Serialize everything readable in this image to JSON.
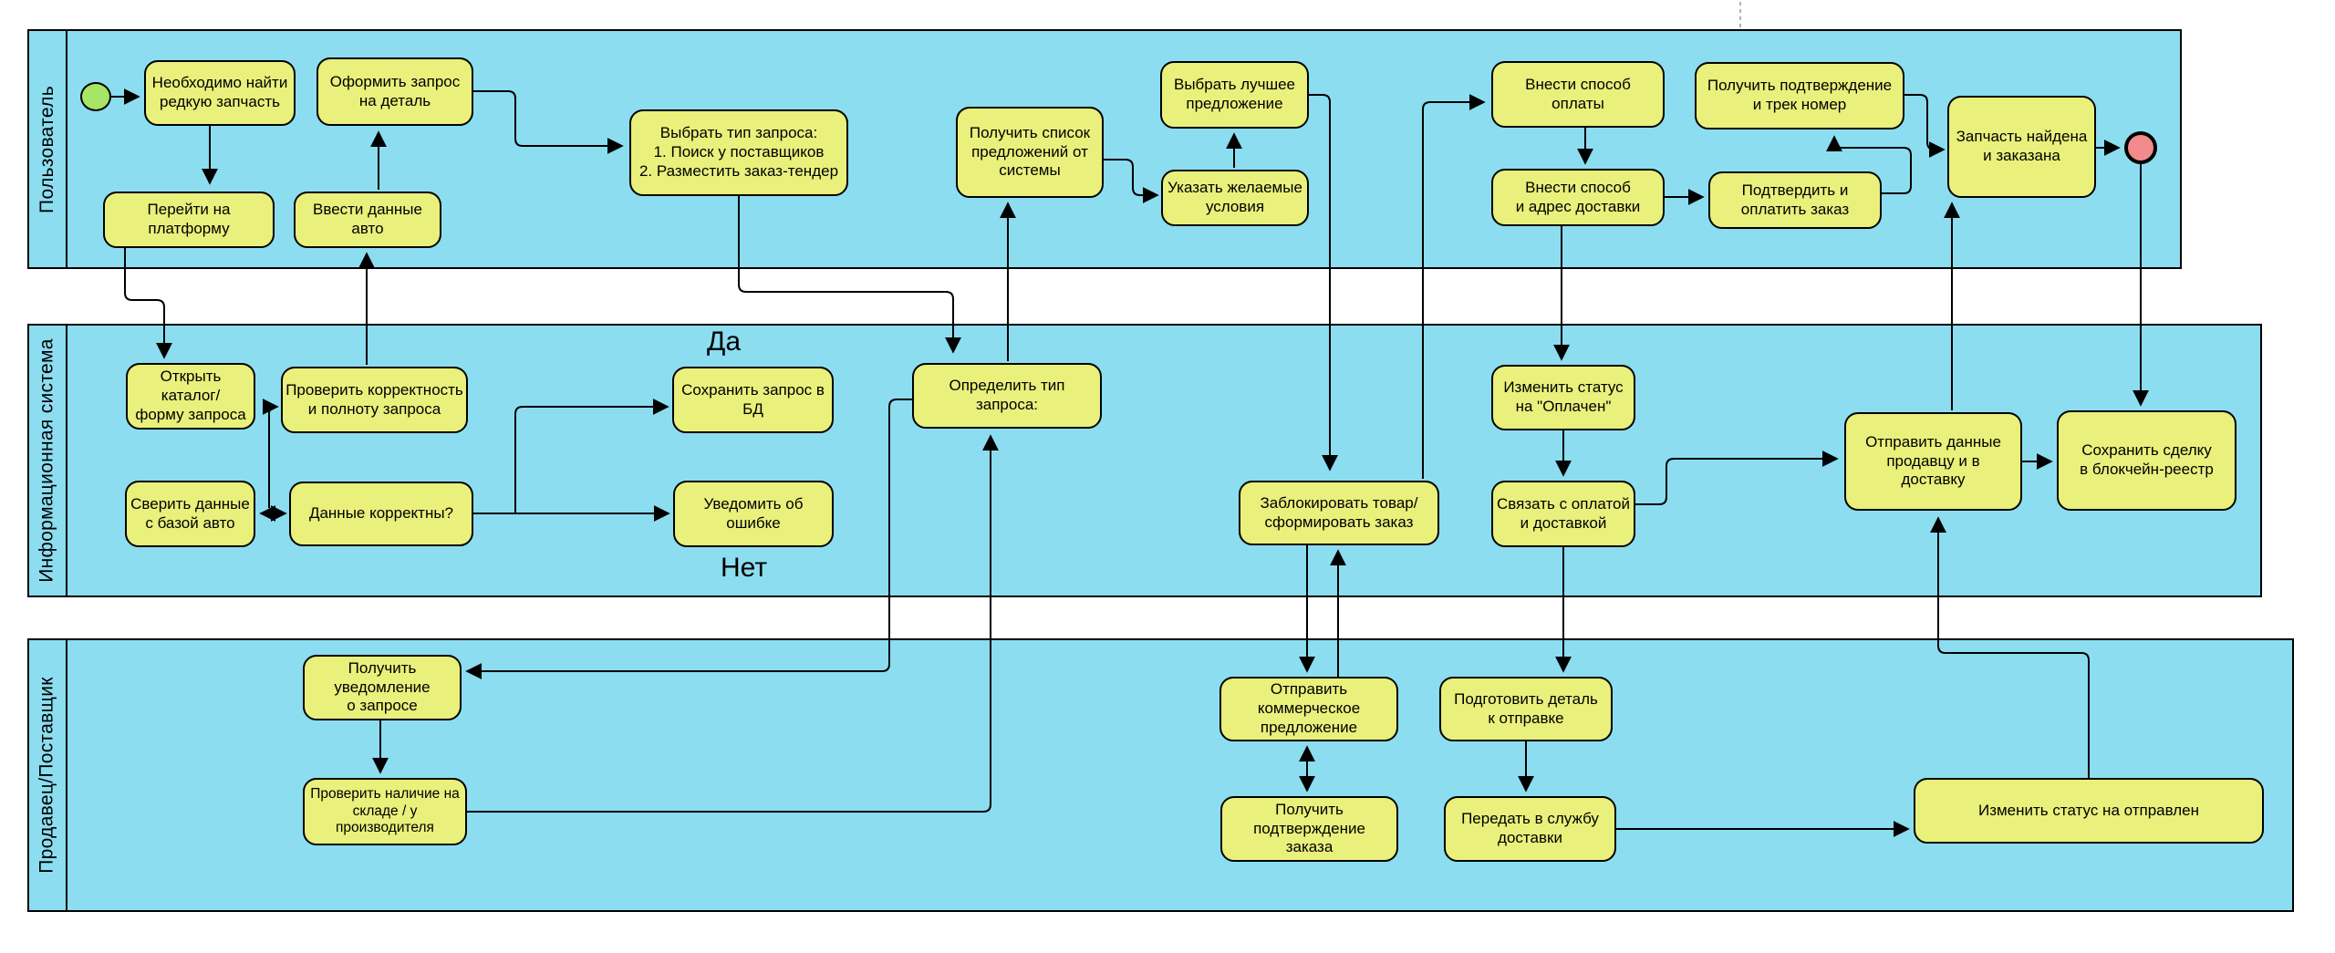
{
  "diagram": {
    "lanes": [
      {
        "label": "Пользователь"
      },
      {
        "label": "Информационная система"
      },
      {
        "label": "Продавец/Поставщик"
      }
    ],
    "flow_labels": {
      "yes": "Да",
      "no": "Нет"
    },
    "nodes": [
      {
        "id": "n1",
        "lane": "Пользователь",
        "label": "Необходимо найти\nредкую запчасть"
      },
      {
        "id": "n2",
        "lane": "Пользователь",
        "label": "Перейти на платформу"
      },
      {
        "id": "n3",
        "lane": "Пользователь",
        "label": "Оформить запрос\nна деталь"
      },
      {
        "id": "n4",
        "lane": "Пользователь",
        "label": "Ввести данные авто"
      },
      {
        "id": "n5",
        "lane": "Пользователь",
        "label": "Выбрать тип запроса:\n1. Поиск у поставщиков\n2. Разместить заказ-тендер"
      },
      {
        "id": "n6",
        "lane": "Пользователь",
        "label": "Получить список\nпредложений от\nсистемы"
      },
      {
        "id": "n7",
        "lane": "Пользователь",
        "label": "Выбрать лучшее\nпредложение"
      },
      {
        "id": "n8",
        "lane": "Пользователь",
        "label": "Указать желаемые\nусловия"
      },
      {
        "id": "n9",
        "lane": "Пользователь",
        "label": "Внести способ\nоплаты"
      },
      {
        "id": "n10",
        "lane": "Пользователь",
        "label": "Внести способ\nи адрес доставки"
      },
      {
        "id": "n11",
        "lane": "Пользователь",
        "label": "Получить подтверждение\nи трек номер"
      },
      {
        "id": "n12",
        "lane": "Пользователь",
        "label": "Подтвердить и\nоплатить заказ"
      },
      {
        "id": "n13",
        "lane": "Пользователь",
        "label": "Запчасть найдена\nи заказана"
      },
      {
        "id": "n14",
        "lane": "Информационная система",
        "label": "Открыть каталог/\nформу запроса"
      },
      {
        "id": "n15",
        "lane": "Информационная система",
        "label": "Проверить корректность\nи полноту запроса"
      },
      {
        "id": "n16",
        "lane": "Информационная система",
        "label": "Сверить данные\nс базой авто"
      },
      {
        "id": "n17",
        "lane": "Информационная система",
        "label": "Данные корректны?"
      },
      {
        "id": "n18",
        "lane": "Информационная система",
        "label": "Сохранить запрос в БД"
      },
      {
        "id": "n19",
        "lane": "Информационная система",
        "label": "Уведомить об ошибке"
      },
      {
        "id": "n20",
        "lane": "Информационная система",
        "label": "Определить тип запроса:"
      },
      {
        "id": "n21",
        "lane": "Информационная система",
        "label": "Заблокировать товар/\nсформировать заказ"
      },
      {
        "id": "n22",
        "lane": "Информационная система",
        "label": "Изменить статус\nна \"Оплачен\""
      },
      {
        "id": "n23",
        "lane": "Информационная система",
        "label": "Связать с оплатой\nи доставкой"
      },
      {
        "id": "n24",
        "lane": "Информационная система",
        "label": "Отправить данные\nпродавцу и в\nдоставку"
      },
      {
        "id": "n25",
        "lane": "Информационная система",
        "label": "Сохранить сделку\nв блокчейн-реестр"
      },
      {
        "id": "n26",
        "lane": "Продавец/Поставщик",
        "label": "Получить уведомление\nо запросе"
      },
      {
        "id": "n27",
        "lane": "Продавец/Поставщик",
        "label": "Проверить наличие на\nскладе / у производителя"
      },
      {
        "id": "n28",
        "lane": "Продавец/Поставщик",
        "label": "Отправить коммерческое\nпредложение"
      },
      {
        "id": "n29",
        "lane": "Продавец/Поставщик",
        "label": "Получить подтверждение\nзаказа"
      },
      {
        "id": "n30",
        "lane": "Продавец/Поставщик",
        "label": "Подготовить деталь\nк отправке"
      },
      {
        "id": "n31",
        "lane": "Продавец/Поставщик",
        "label": "Передать в службу\nдоставки"
      },
      {
        "id": "n32",
        "lane": "Продавец/Поставщик",
        "label": "Изменить статус на отправлен"
      }
    ],
    "colors": {
      "lane_fill": "#8CDDF0",
      "node_fill": "#E9F07B",
      "node_border": "#000000",
      "start_fill": "#A6E566",
      "end_fill": "#F28B8B",
      "background": "#FFFFFF"
    }
  }
}
